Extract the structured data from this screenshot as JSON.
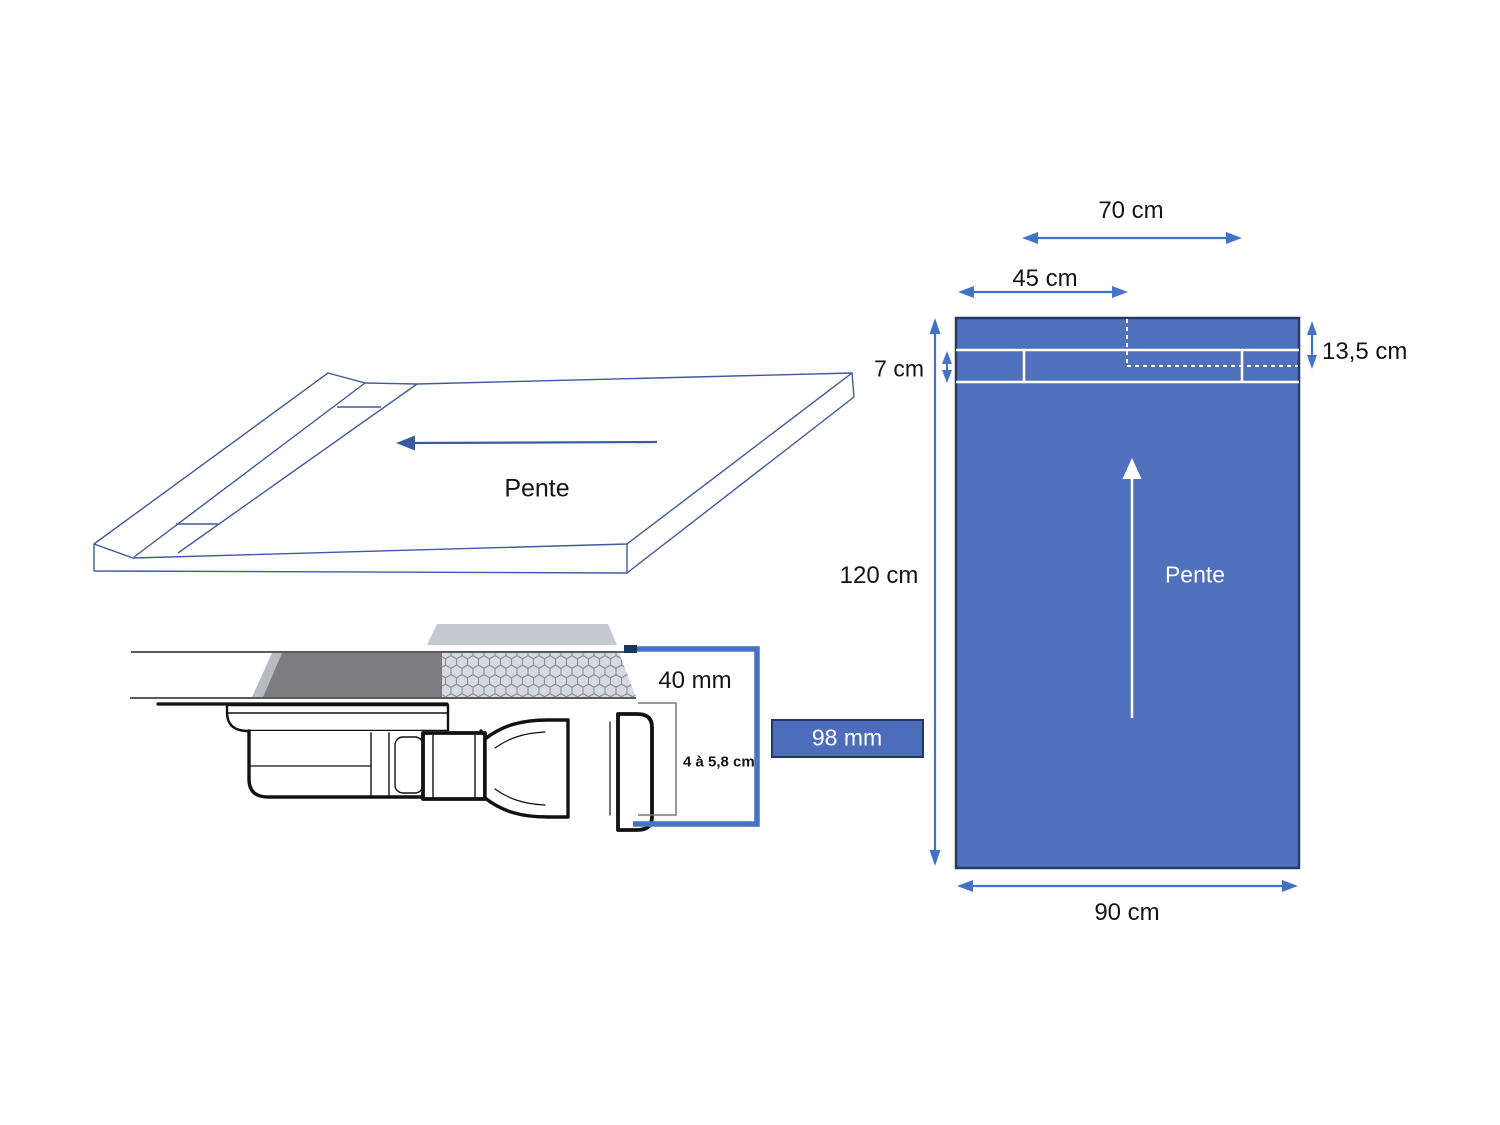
{
  "title": "Shower tray slope and drain dimensions diagram",
  "colors": {
    "accent_blue": "#4472c4",
    "tray_fill_blue": "#5170bc",
    "border_navy": "#1f3864",
    "outline_navy": "#3f5b9d",
    "dark_gray": "#7d7d7f",
    "honeycomb_gray": "#d6d9de",
    "white": "#ffffff"
  },
  "perspective_view": {
    "slope_label": "Pente"
  },
  "cross_section": {
    "thickness_label": "40 mm",
    "trap_height_label": "4 à 5,8 cm",
    "total_height_label": "98 mm"
  },
  "top_view": {
    "slope_label": "Pente",
    "dimensions": {
      "drain_channel_length": "70 cm",
      "drain_offset": "45 cm",
      "drain_inset_depth": "13,5 cm",
      "channel_band_width": "7 cm",
      "tray_length": "120 cm",
      "tray_width": "90 cm"
    }
  }
}
